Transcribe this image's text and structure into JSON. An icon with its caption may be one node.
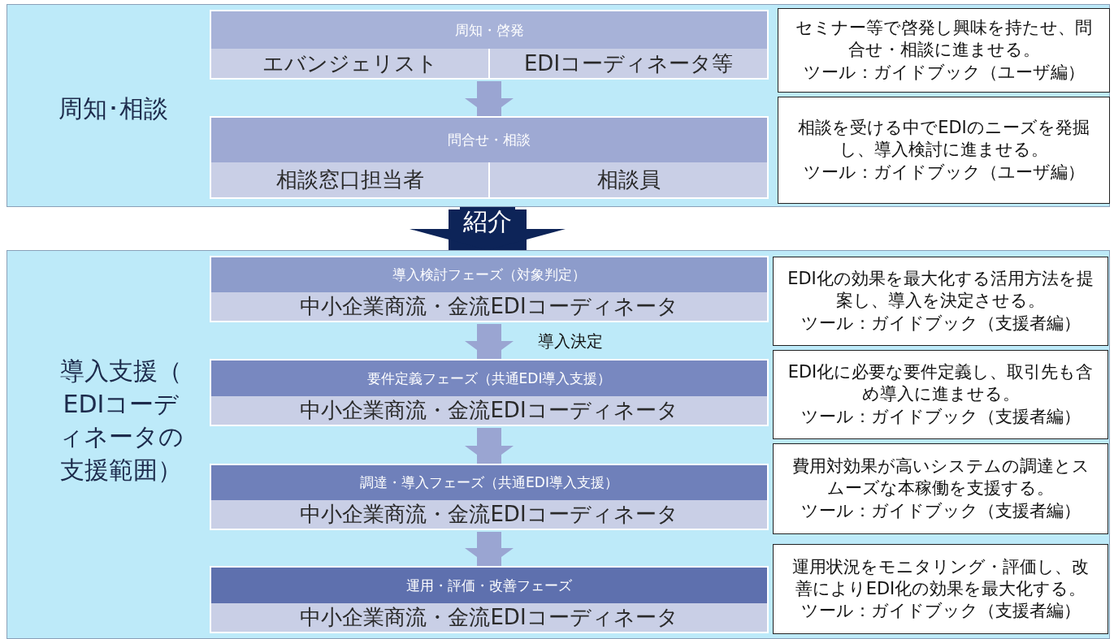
{
  "diagram": {
    "nodes": [
      {
        "text": [
          "周知･相談"
        ]
      },
      {
        "text": [
          "周知・啓発",
          "エバンジェリスト",
          "EDIコーディネータ等"
        ],
        "in": 0
      },
      {
        "text": [
          "セミナー等で啓発し興味を持たせ、問合せ・相談に進ませる。",
          "ツール：ガイドブック（ユーザ編）"
        ],
        "in": 0
      },
      {
        "text": [
          "問合せ・相談",
          "相談窓口担当者",
          "相談員"
        ],
        "in": 0
      },
      {
        "text": [
          "相談を受ける中でEDIのニーズを発掘し、導入検討に進ませる。",
          "ツール：ガイドブック（ユーザ編）"
        ],
        "in": 0
      },
      {
        "text": [
          "導入支援（ EDIコーディネータの支援範囲）"
        ]
      },
      {
        "text": [
          "導入検討フェーズ（対象判定）",
          "中小企業商流・金流EDIコーディネータ"
        ],
        "in": 5
      },
      {
        "text": [
          "EDI化の効果を最大化する活用方法を提案し、導入を決定させる。",
          "ツール：ガイドブック（支援者編）"
        ],
        "in": 5
      },
      {
        "text": [
          "要件定義フェーズ（共通EDI導入支援）",
          "中小企業商流・金流EDIコーディネータ"
        ],
        "in": 5
      },
      {
        "text": [
          "EDI化に必要な要件定義し、取引先も含め導入に進ませる。",
          "ツール：ガイドブック（支援者編）"
        ],
        "in": 5
      },
      {
        "text": [
          "調達・導入フェーズ（共通EDI導入支援）",
          "中小企業商流・金流EDIコーディネータ"
        ],
        "in": 5
      },
      {
        "text": [
          "費用対効果が高いシステムの調達とスムーズな本稼働を支援する。",
          "ツール：ガイドブック（支援者編）"
        ],
        "in": 5
      },
      {
        "text": [
          "運用・評価・改善フェーズ",
          "中小企業商流・金流EDIコーディネータ"
        ],
        "in": 5
      },
      {
        "text": [
          "運用状況をモニタリング・評価し、改善によりEDI化の効果を最大化する。",
          "ツール：ガイドブック（支援者編）"
        ],
        "in": 5
      }
    ],
    "edges": [
      {
        "from": 1,
        "to": 3,
        "arrow": "to"
      },
      {
        "from": 0,
        "to": 5,
        "arrow": "to",
        "label": "紹介",
        "style": "thick",
        "color": "#0d2458"
      },
      {
        "from": 6,
        "to": 8,
        "arrow": "to",
        "label": "導入決定"
      },
      {
        "from": 8,
        "to": 10,
        "arrow": "to"
      },
      {
        "from": 10,
        "to": 12,
        "arrow": "to"
      }
    ]
  }
}
